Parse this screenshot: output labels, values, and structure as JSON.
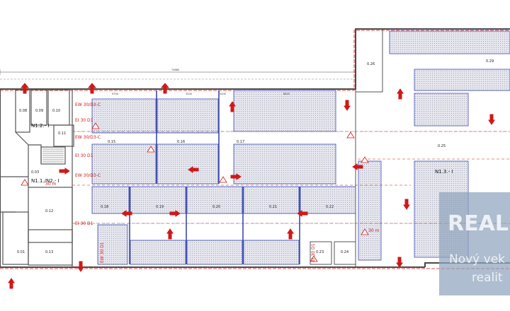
{
  "rooms": [
    {
      "id": "r008",
      "label": "0.08"
    },
    {
      "id": "r009",
      "label": "0.09"
    },
    {
      "id": "r010",
      "label": "0.10"
    },
    {
      "id": "r011",
      "label": "0.11"
    },
    {
      "id": "r003",
      "label": "0.03"
    },
    {
      "id": "r012",
      "label": "0.12"
    },
    {
      "id": "r001",
      "label": "0.01"
    },
    {
      "id": "r013",
      "label": "0.13"
    },
    {
      "id": "r015",
      "label": "0.15"
    },
    {
      "id": "r016",
      "label": "0.16"
    },
    {
      "id": "r017",
      "label": "0.17"
    },
    {
      "id": "r018",
      "label": "0.18"
    },
    {
      "id": "r019",
      "label": "0.19"
    },
    {
      "id": "r020",
      "label": "0.20"
    },
    {
      "id": "r021",
      "label": "0.21"
    },
    {
      "id": "r022",
      "label": "0.22"
    },
    {
      "id": "r023",
      "label": "0.23"
    },
    {
      "id": "r024",
      "label": "0.24"
    },
    {
      "id": "r025",
      "label": "0.25"
    },
    {
      "id": "r026",
      "label": "0.26"
    },
    {
      "id": "r029",
      "label": "0.29"
    }
  ],
  "zones": {
    "n12": "N1.2.- I",
    "n11": "N1.1./N2.- I",
    "n13": "N1.3.- I"
  },
  "fire_labels": {
    "ew1": "EW 30/D3-C",
    "ew2": "EI 30 D1",
    "ew3": "EW 30/D3-C",
    "ew4": "EI 30 D1",
    "ew5": "EW 30/D3-C",
    "ew6": "EI 30 D1",
    "ew7": "EW 30 D1",
    "ew8": "EI 30 D1"
  },
  "distance_labels": {
    "d1": "30 m",
    "d2": "30 m"
  },
  "dimensions": {
    "top": "74680",
    "a": "9750",
    "b": "3200",
    "c": "3200",
    "d": "6625"
  },
  "watermark": {
    "title": "REAL",
    "line1": "Nový vek",
    "line2": "realit"
  },
  "colors": {
    "wall": "#4a4a4a",
    "blue": "#3a4ab0",
    "red": "#d01818",
    "hatch": "#c9c9d6",
    "watermark": "#8fa4bd"
  }
}
